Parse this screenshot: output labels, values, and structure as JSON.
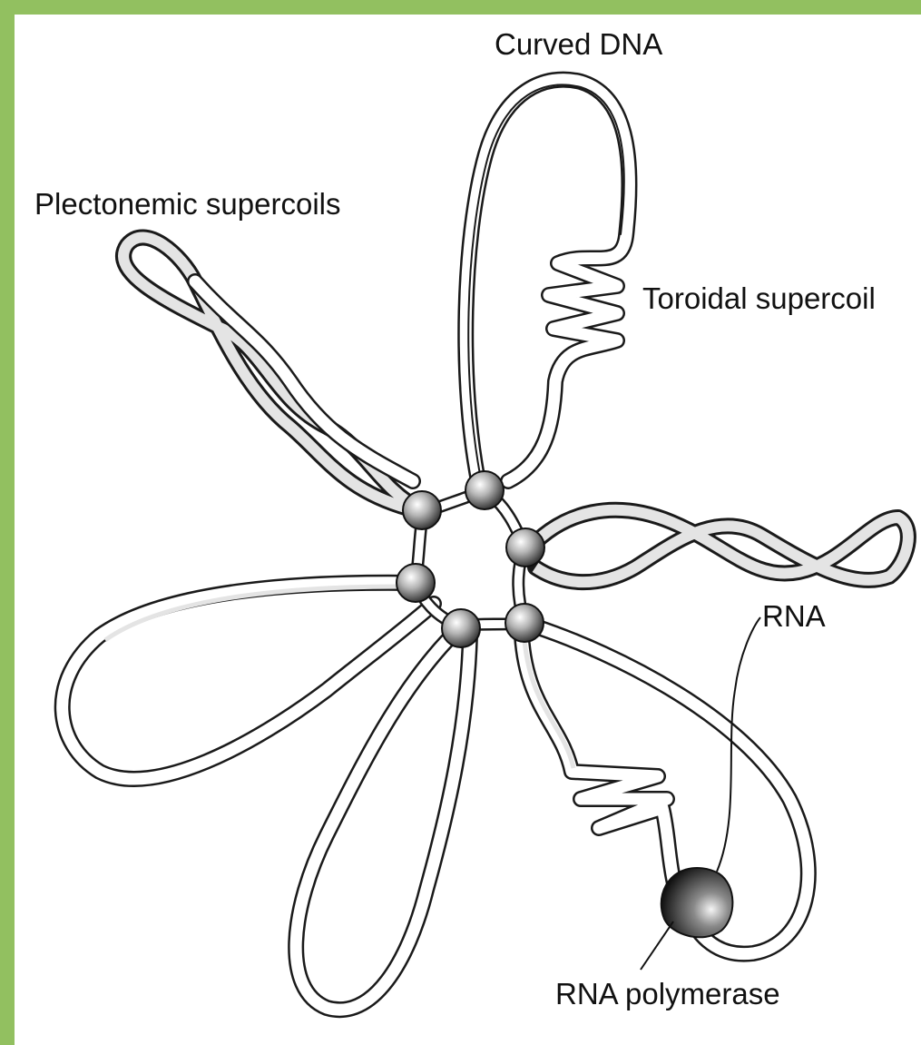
{
  "labels": {
    "curved_dna": "Curved DNA",
    "plectonemic": "Plectonemic supercoils",
    "toroidal": "Toroidal supercoil",
    "rna": "RNA",
    "rna_polymerase": "RNA polymerase"
  },
  "colors": {
    "frame": "#92c060",
    "ribbon_shade": "#e4e4e4",
    "outline": "#1a1a1a"
  }
}
